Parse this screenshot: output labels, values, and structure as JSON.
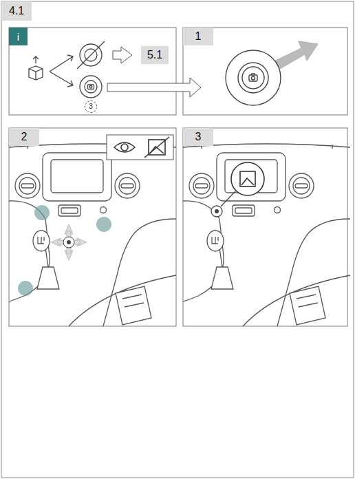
{
  "diagram": {
    "nodes": [
      {
        "text": [
          "4.1"
        ]
      },
      {
        "text": [
          "i"
        ]
      },
      {
        "text": [
          "5.1"
        ]
      },
      {
        "text": [
          "3"
        ]
      },
      {
        "text": [
          "1"
        ]
      },
      {
        "text": [
          "2"
        ]
      },
      {
        "text": [
          "3"
        ]
      }
    ]
  }
}
